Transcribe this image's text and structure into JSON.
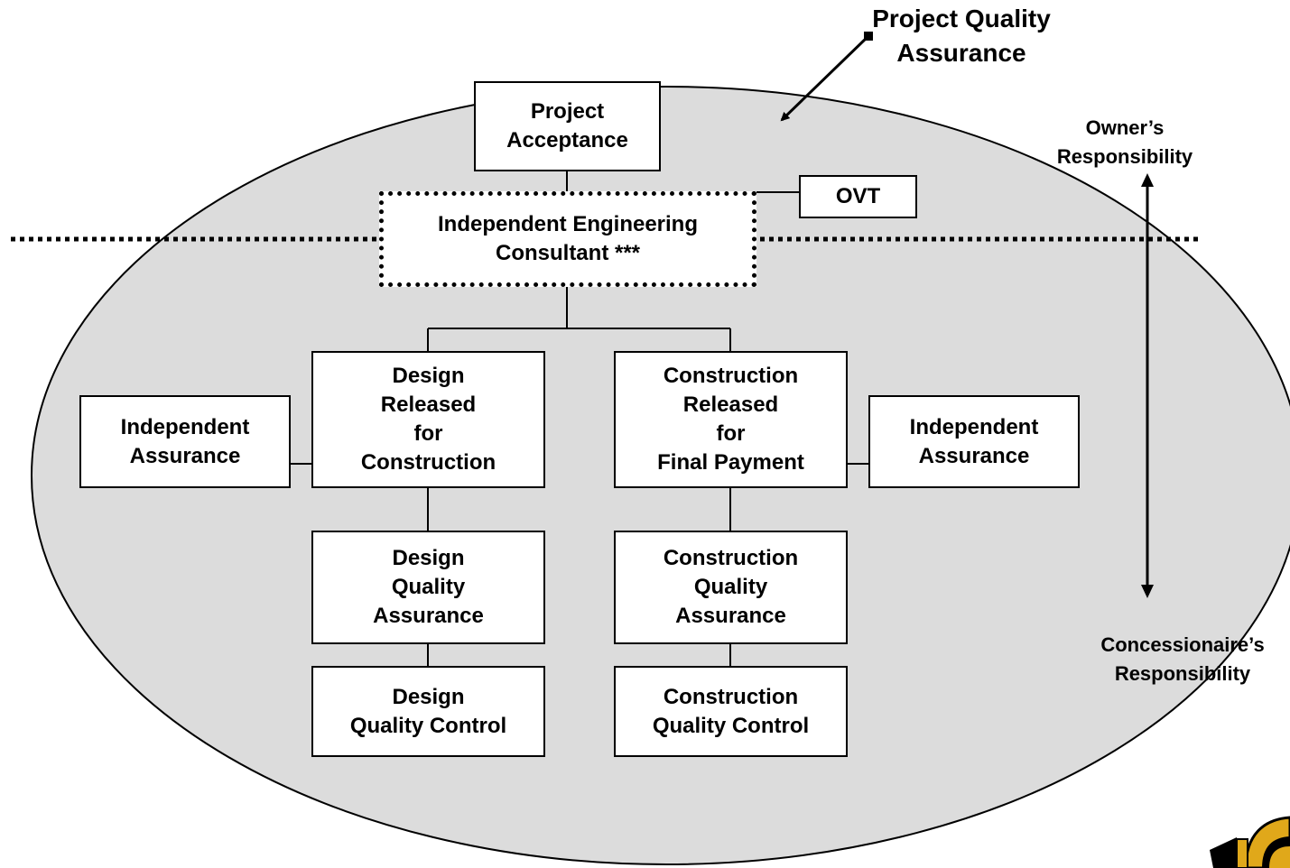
{
  "title": {
    "line1": "Project Quality",
    "line2": "Assurance"
  },
  "responsibility": {
    "owner_line1": "Owner’s",
    "owner_line2": "Responsibility",
    "concessionaire_line1": "Concessionaire’s",
    "concessionaire_line2": "Responsibility"
  },
  "nodes": {
    "project_acceptance": {
      "line1": "Project",
      "line2": "Acceptance"
    },
    "iec": {
      "line1": "Independent Engineering",
      "line2": "Consultant ***"
    },
    "ovt": {
      "line1": "OVT"
    },
    "design_released": {
      "line1": "Design",
      "line2": "Released",
      "line3": "for",
      "line4": "Construction"
    },
    "construction_released": {
      "line1": "Construction",
      "line2": "Released",
      "line3": "for",
      "line4": "Final Payment"
    },
    "ia_left": {
      "line1": "Independent",
      "line2": "Assurance"
    },
    "ia_right": {
      "line1": "Independent",
      "line2": "Assurance"
    },
    "design_qa": {
      "line1": "Design",
      "line2": "Quality",
      "line3": "Assurance"
    },
    "construction_qa": {
      "line1": "Construction",
      "line2": "Quality",
      "line3": "Assurance"
    },
    "design_qc": {
      "line1": "Design",
      "line2": "Quality Control"
    },
    "construction_qc": {
      "line1": "Construction",
      "line2": "Quality Control"
    }
  },
  "colors": {
    "ellipse_fill": "#dcdcdc",
    "stroke": "#000000",
    "box_fill": "#ffffff",
    "logo_gold": "#e0a81a"
  }
}
